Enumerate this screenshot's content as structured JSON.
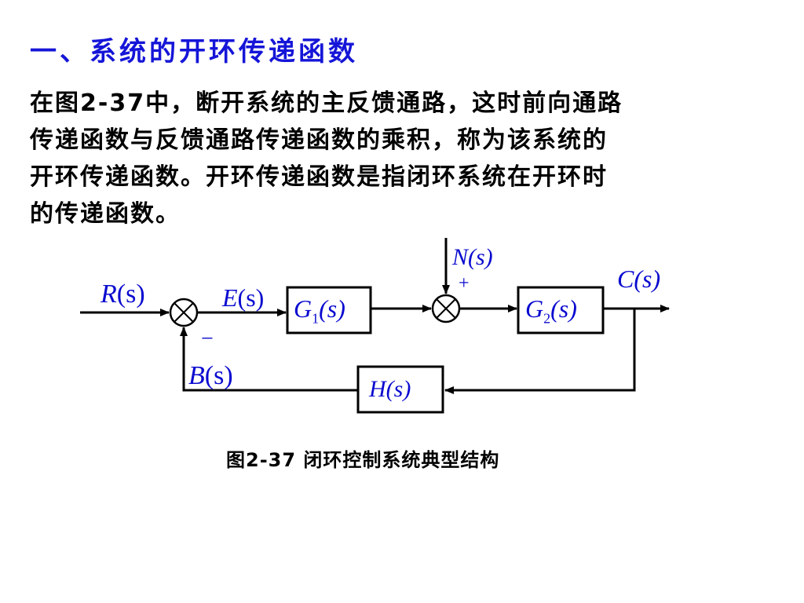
{
  "slide": {
    "title": "一、系统的开环传递函数",
    "paragraph_lines": [
      "在图2-37中，断开系统的主反馈通路，这时前向通路",
      "传递函数与反馈通路传递函数的乘积，称为该系统的",
      "开环传递函数。开环传递函数是指闭环系统在开环时",
      "的传递函数。"
    ],
    "caption": "图2-37 闭环控制系统典型结构"
  },
  "diagram": {
    "input": {
      "sym": "R",
      "arg": "(s)"
    },
    "error": {
      "sym": "E",
      "arg": "(s)"
    },
    "feedback_signal": {
      "sym": "B",
      "arg": "(s)"
    },
    "disturbance": {
      "sym": "N",
      "arg": "(s)"
    },
    "output": {
      "sym": "C",
      "arg": "(s)"
    },
    "g1": {
      "sym": "G",
      "sub": "1",
      "arg": "(s)"
    },
    "g2": {
      "sym": "G",
      "sub": "2",
      "arg": "(s)"
    },
    "h": {
      "sym": "H",
      "arg": "(s)"
    },
    "minus_sign": "−",
    "plus_sign": "+"
  },
  "colors": {
    "title": "#1515d8",
    "text": "#000000",
    "line": "#000000"
  }
}
